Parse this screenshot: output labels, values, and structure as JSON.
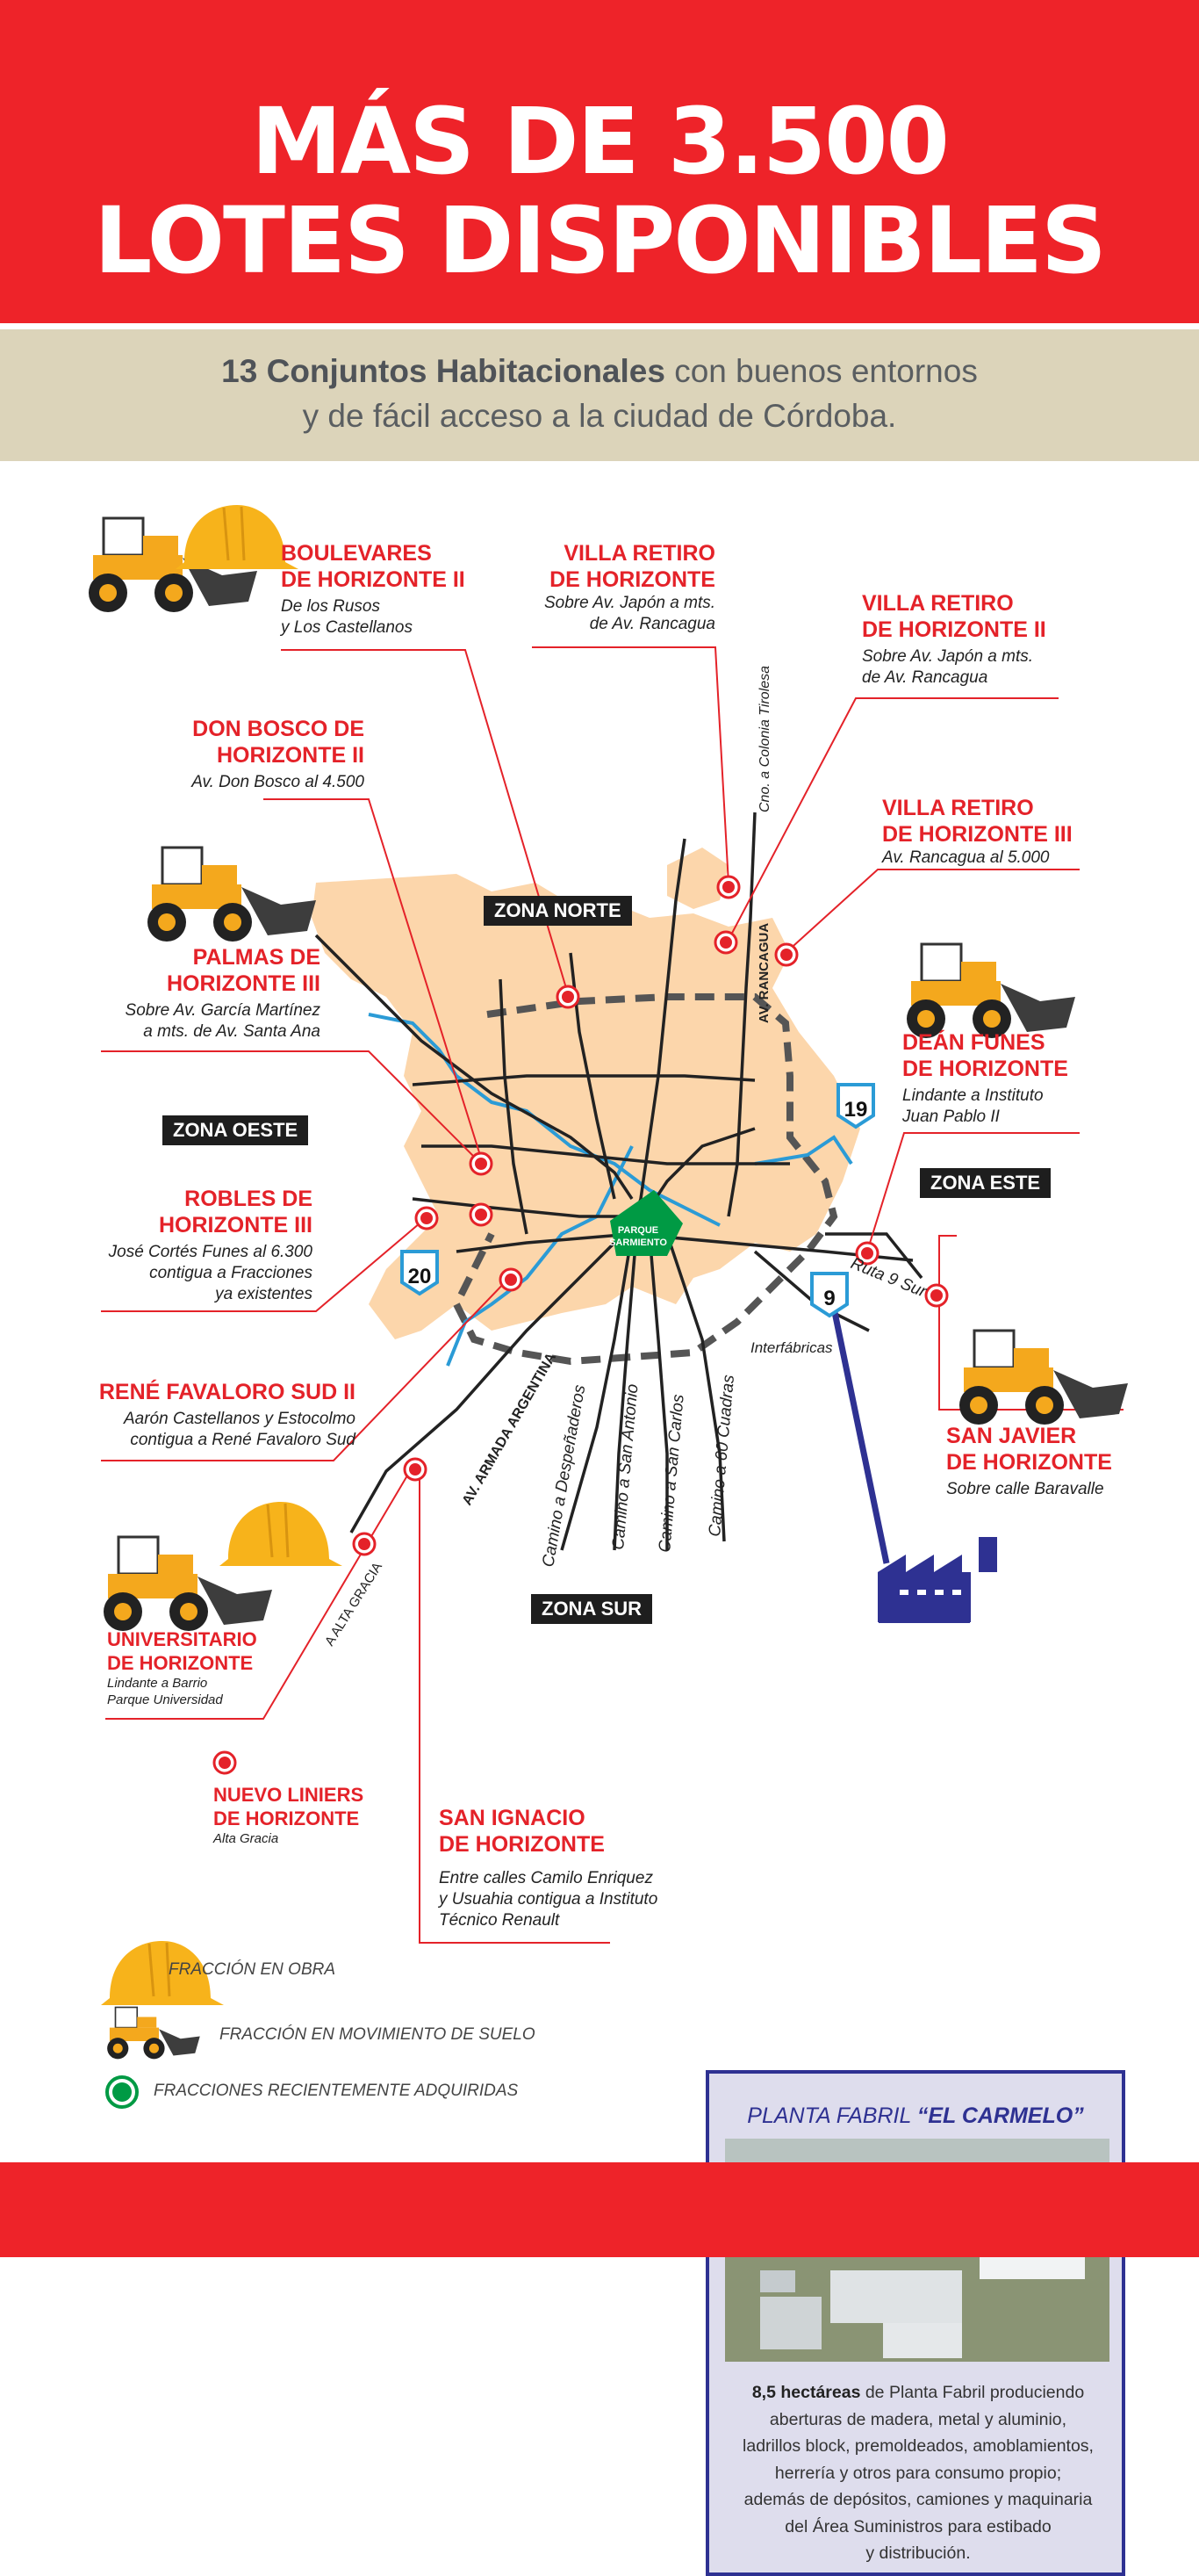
{
  "header": {
    "line1": "MÁS DE 3.500",
    "line2": "LOTES DISPONIBLES"
  },
  "subtitle": {
    "bold": "13 Conjuntos Habitacionales",
    "rest1": " con buenos entornos",
    "rest2": "y de fácil acceso a la ciudad de Córdoba."
  },
  "zones": {
    "norte": "ZONA NORTE",
    "oeste": "ZONA OESTE",
    "este": "ZONA ESTE",
    "sur": "ZONA SUR"
  },
  "developments": [
    {
      "id": "boulevares",
      "name": [
        "BOULEVARES",
        "DE HORIZONTE II"
      ],
      "desc": [
        "De los Rusos",
        "y Los Castellanos"
      ]
    },
    {
      "id": "villa-retiro",
      "name": [
        "VILLA RETIRO",
        "DE HORIZONTE"
      ],
      "desc": [
        "Sobre Av. Japón a mts.",
        "de Av. Rancagua"
      ]
    },
    {
      "id": "villa-retiro-ii",
      "name": [
        "VILLA RETIRO",
        "DE HORIZONTE II"
      ],
      "desc": [
        "Sobre Av. Japón a mts.",
        "de Av. Rancagua"
      ]
    },
    {
      "id": "don-bosco",
      "name": [
        "DON BOSCO DE",
        "HORIZONTE II"
      ],
      "desc": [
        "Av. Don Bosco al 4.500"
      ]
    },
    {
      "id": "villa-retiro-iii",
      "name": [
        "VILLA RETIRO",
        "DE HORIZONTE III"
      ],
      "desc": [
        "Av. Rancagua al 5.000"
      ]
    },
    {
      "id": "palmas",
      "name": [
        "PALMAS DE",
        "HORIZONTE III"
      ],
      "desc": [
        "Sobre Av. García Martínez",
        "a mts. de Av. Santa Ana"
      ]
    },
    {
      "id": "dean-funes",
      "name": [
        "DEÁN FUNES",
        "DE HORIZONTE"
      ],
      "desc": [
        "Lindante a Instituto",
        "Juan Pablo II"
      ]
    },
    {
      "id": "robles",
      "name": [
        "ROBLES DE",
        "HORIZONTE III"
      ],
      "desc": [
        "José Cortés Funes al 6.300",
        "contigua a Fracciones",
        "ya existentes"
      ]
    },
    {
      "id": "rene-favaloro",
      "name": [
        "RENÉ FAVALORO SUD II"
      ],
      "desc": [
        "Aarón Castellanos y Estocolmo",
        "contigua a René Favaloro Sud"
      ]
    },
    {
      "id": "san-javier",
      "name": [
        "SAN JAVIER",
        "DE HORIZONTE"
      ],
      "desc": [
        "Sobre calle Baravalle"
      ]
    },
    {
      "id": "universitario",
      "name": [
        "UNIVERSITARIO",
        "DE HORIZONTE"
      ],
      "desc": [
        "Lindante a Barrio",
        "Parque Universidad"
      ]
    },
    {
      "id": "nuevo-liniers",
      "name": [
        "NUEVO LINIERS",
        "DE HORIZONTE"
      ],
      "desc": [
        "Alta Gracia"
      ]
    },
    {
      "id": "san-ignacio",
      "name": [
        "SAN IGNACIO",
        "DE HORIZONTE"
      ],
      "desc": [
        "Entre calles Camilo Enriquez",
        "y Usuahia contigua a Instituto",
        "Técnico Renault"
      ]
    }
  ],
  "roads": {
    "colonia_tirolesa": "Cno. a Colonia Tirolesa",
    "rancagua": "AV. RANCAGUA",
    "ruta9": "Ruta 9 Sur",
    "interfabricas": "Interfábricas",
    "armada": "AV. ARMADA ARGENTINA",
    "despenaderos": "Camino a Despeñaderos",
    "san_antonio": "Camino a San Antonio",
    "san_carlos": "Camino a San Carlos",
    "sesenta_cuadras": "Camino a 60 Cuadras",
    "alta_gracia": "A ALTA GRACIA",
    "parque": [
      "PARQUE",
      "SARMIENTO"
    ]
  },
  "route_shields": [
    "19",
    "20",
    "9"
  ],
  "plant": {
    "title_pre": "PLANTA FABRIL ",
    "title_bold": "“EL CARMELO”",
    "desc_bold": "8,5 hectáreas",
    "desc": [
      " de Planta Fabril produciendo",
      "aberturas de madera, metal y aluminio,",
      "ladrillos block, premoldeados, amoblamientos,",
      "herrería y otros para consumo propio;",
      "además de depósitos, camiones y maquinaria",
      "del Área Suministros para estibado",
      "y distribución."
    ]
  },
  "legend": {
    "obra": "FRACCIÓN EN OBRA",
    "movimiento": "FRACCIÓN EN MOVIMIENTO DE SUELO",
    "adquiridas": "FRACCIONES RECIENTEMENTE ADQUIRIDAS"
  },
  "colors": {
    "red": "#ee2329",
    "beige": "#dcd4ba",
    "city": "#fcd6ab",
    "navy": "#2e3192",
    "green": "#009a44",
    "river": "#2b9bd6"
  }
}
